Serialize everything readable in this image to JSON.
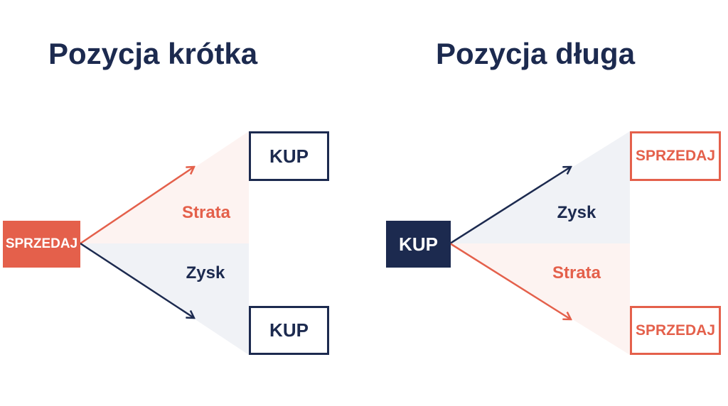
{
  "colors": {
    "navy": "#1c2a4f",
    "red": "#e4604b",
    "pink_fill": "#fdf3f1",
    "grey_fill": "#f0f2f6"
  },
  "short": {
    "title": "Pozycja krótka",
    "start": "SPRZEDAJ",
    "up_label": "Strata",
    "down_label": "Zysk",
    "up_end": "KUP",
    "down_end": "KUP"
  },
  "long": {
    "title": "Pozycja długa",
    "start": "KUP",
    "up_label": "Zysk",
    "down_label": "Strata",
    "up_end": "SPRZEDAJ",
    "down_end": "SPRZEDAJ"
  }
}
